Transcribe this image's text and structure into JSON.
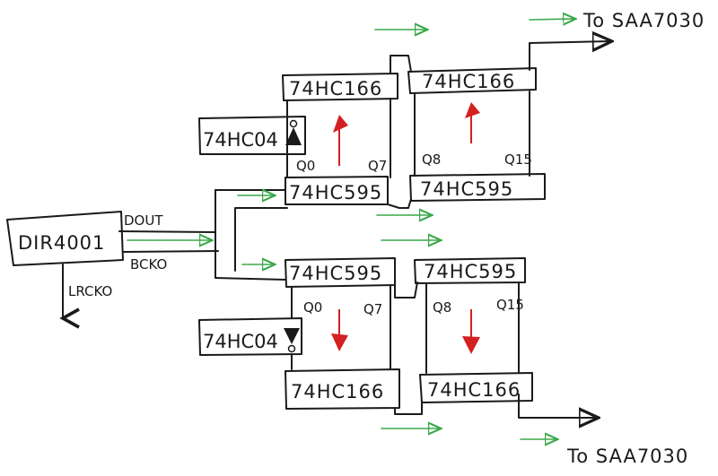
{
  "title": "DIR4001 to SAA7030 shift register interface",
  "receiver": {
    "label": "DIR4001",
    "dout": "DOUT",
    "bcko": "BCKO",
    "lrcko": "LRCKO"
  },
  "top": {
    "left": {
      "shift_in": "74HC166",
      "latch": "74HC595",
      "q_low": "Q0",
      "q_high": "Q7"
    },
    "right": {
      "shift_in": "74HC166",
      "latch": "74HC595",
      "q_low": "Q8",
      "q_high": "Q15"
    },
    "inverter": "74HC04",
    "output": "To SAA7030"
  },
  "bottom": {
    "left": {
      "shift_in": "74HC166",
      "latch": "74HC595",
      "q_low": "Q0",
      "q_high": "Q7"
    },
    "right": {
      "shift_in": "74HC166",
      "latch": "74HC595",
      "q_low": "Q8",
      "q_high": "Q15"
    },
    "inverter": "74HC04",
    "output": "To SAA7030"
  },
  "colors": {
    "signal_flow": "#3aa84a",
    "data_direction": "#d42020",
    "ink": "#1a1a1a"
  }
}
